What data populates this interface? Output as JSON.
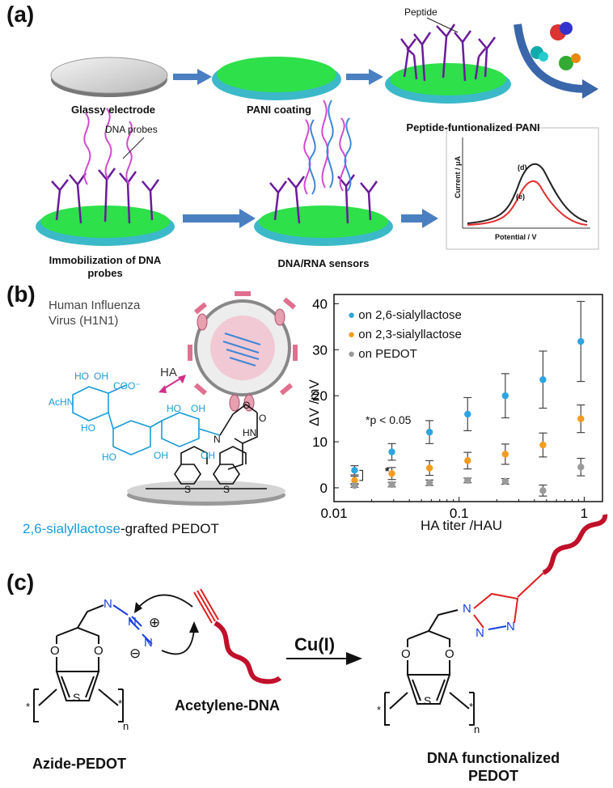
{
  "panel_a": {
    "label": "(a)",
    "peptide_label": "Peptide",
    "dna_probes_label": "DNA probes",
    "steps": [
      "Glassy electrode",
      "PANI coating",
      "Peptide-funtionalized PANI",
      "Immobilization of DNA probes",
      "DNA/RNA sensors"
    ],
    "inset": {
      "ylabel": "Current / μA",
      "xlabel": "Potential / V",
      "curve_d": "(d)",
      "curve_e": "(e)"
    }
  },
  "panel_b": {
    "label": "(b)",
    "virus_title": "Human Influenza Virus (H1N1)",
    "ha_label": "HA",
    "caption_blue": "2,6-sialyllactose",
    "caption_rest": "-grafted PEDOT",
    "chem_labels": {
      "acnh": "AcHN",
      "coo": "COO⁻",
      "ho": "HO",
      "oh": "OH",
      "o": "O",
      "hn": "HN",
      "n": "N",
      "s": "S"
    }
  },
  "chart_data": {
    "type": "scatter",
    "xlabel": "HA titer /HAU",
    "ylabel": "ΔV /mV",
    "xscale": "log",
    "xlim": [
      0.01,
      1.4
    ],
    "ylim": [
      -3,
      42
    ],
    "xticks": [
      0.01,
      0.1,
      1
    ],
    "xtick_labels": [
      "0.01",
      "0.1",
      "1"
    ],
    "yticks": [
      0,
      10,
      20,
      30,
      40
    ],
    "ytick_labels": [
      "0",
      "10",
      "20",
      "30",
      "40"
    ],
    "legend_position": "top-left",
    "annotation": "*p < 0.05",
    "star": "*",
    "x": [
      0.0146,
      0.029,
      0.058,
      0.117,
      0.234,
      0.468,
      0.94
    ],
    "series": [
      {
        "name": "on 2,6-sialyllactose",
        "color": "#2ea4e0",
        "values": [
          3.8,
          7.8,
          12.1,
          16.0,
          20.0,
          23.5,
          31.8
        ],
        "errors": [
          1.0,
          1.8,
          2.5,
          3.6,
          4.8,
          6.2,
          8.7
        ]
      },
      {
        "name": "on 2,3-sialyllactose",
        "color": "#f39c1f",
        "values": [
          1.6,
          3.1,
          4.3,
          5.9,
          7.3,
          9.3,
          15.0
        ],
        "errors": [
          0.9,
          1.3,
          1.6,
          1.8,
          2.2,
          2.6,
          3.0
        ]
      },
      {
        "name": "on PEDOT",
        "color": "#9a9a9a",
        "values": [
          0.5,
          0.7,
          1.1,
          1.6,
          1.4,
          -0.6,
          4.5
        ],
        "errors": [
          0.4,
          0.5,
          0.6,
          0.5,
          0.6,
          1.2,
          1.9
        ]
      }
    ]
  },
  "panel_c": {
    "label": "(c)",
    "reagent": "Cu(I)",
    "acetylene": "Acetylene-DNA",
    "azide_caption": "Azide-PEDOT",
    "product_caption": "DNA functionalized PEDOT",
    "atoms": {
      "o": "O",
      "s": "S",
      "n": "N",
      "n_sub": "n",
      "star": "*",
      "plus": "⊕",
      "minus": "⊖"
    }
  }
}
